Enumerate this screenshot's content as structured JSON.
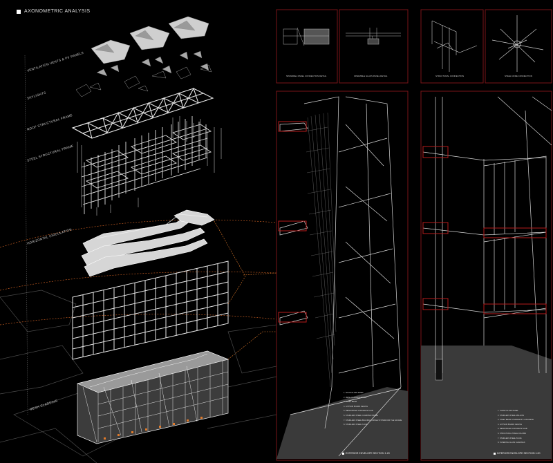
{
  "title": "AXONOMETRIC ANALYSIS",
  "layers": [
    "VENTILATION VENTS & PV PANELS",
    "SKYLIGHTS",
    "ROOF STRUCTURAL FRAME",
    "STEEL STRUCTURAL FRAME",
    "HORIZONTAL CIRCULATION",
    "MESH CLADDING"
  ],
  "details": {
    "exterior_captions": [
      "SPANDREL PANEL CONNECTION DETAIL",
      "OPERABLE GLASS PANEL DETAIL"
    ],
    "interior_captions": [
      "STRUCTURAL CONNECTION",
      "STEEL NODE CONNECTION"
    ]
  },
  "exterior_section": {
    "title": "EXTERIOR ENVELOPE SECTION 1:20",
    "legend": [
      "1. SOLID GLASS PANEL",
      "2. MESH CLADDING PANEL",
      "3. STEEL BEAM",
      "4. GYPSUM BOARD CEILING",
      "5. REINFORCED CONCRETE SLAB",
      "6. STAINLESS STEEL CLADDING FRAME",
      "7. STAINLESS STEEL BRACING & HINGE SYSTEM FOR THE FACADE",
      "8. STAINLESS STEEL PLATE"
    ]
  },
  "interior_section": {
    "title": "INTERIOR ENVELOPE SECTION 1:20",
    "legend": [
      "1. CLEAR GLASS PANEL",
      "2. STAINLESS STEEL MULLION",
      "3. STEEL BEAM COVERED BY CONCRETE",
      "4. GYPSUM BOARD CEILING",
      "5. REINFORCED CONCRETE SLAB",
      "6. STRUCTURAL STEEL COLUMN",
      "7. STAINLESS STEEL PLATE",
      "8. TAPERING GLASS SHADINGS"
    ]
  },
  "colors": {
    "background": "#000000",
    "frame_red": "#7a1518",
    "accent_orange": "#e07a2a",
    "structure": "#e8e8e8",
    "panel_grey": "#bdbdbd",
    "floor_grey": "#3a3a3a"
  }
}
